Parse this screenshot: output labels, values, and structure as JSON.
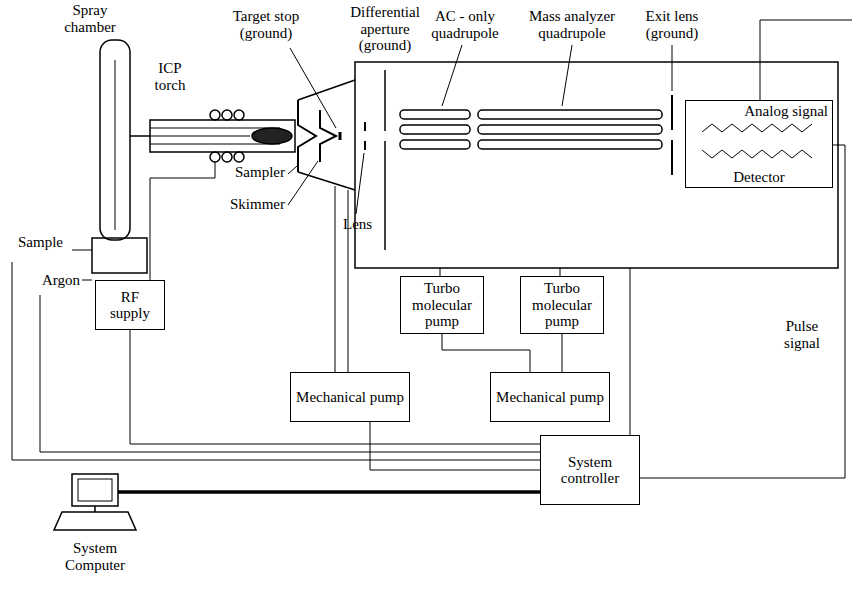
{
  "diagram": {
    "nodes": [
      {
        "text": [
          "RF supply"
        ]
      },
      {
        "text": [
          "Turbo molecular pump"
        ]
      },
      {
        "text": [
          "Turbo molecular pump"
        ]
      },
      {
        "text": [
          "Mechanical pump"
        ]
      },
      {
        "text": [
          "Mechanical pump"
        ]
      },
      {
        "text": [
          "System controller"
        ]
      },
      {
        "text": [
          "Analog signal",
          "Detector"
        ]
      }
    ],
    "edges": [
      {
        "from": 1,
        "to": 4,
        "arrow": "none"
      },
      {
        "from": 2,
        "to": 4,
        "arrow": "none"
      },
      {
        "from": 0,
        "to": 5,
        "arrow": "none"
      },
      {
        "from": 6,
        "to": 5,
        "arrow": "none"
      }
    ],
    "labels": [
      "Spray chamber",
      "ICP torch",
      "Target stop (ground)",
      "Differential aperture (ground)",
      "AC - only quadrupole",
      "Mass analyzer quadrupole",
      "Exit lens (ground)",
      "Sampler",
      "Skimmer",
      "Lens",
      "Sample",
      "Argon",
      "Pulse signal",
      "System Computer"
    ]
  }
}
